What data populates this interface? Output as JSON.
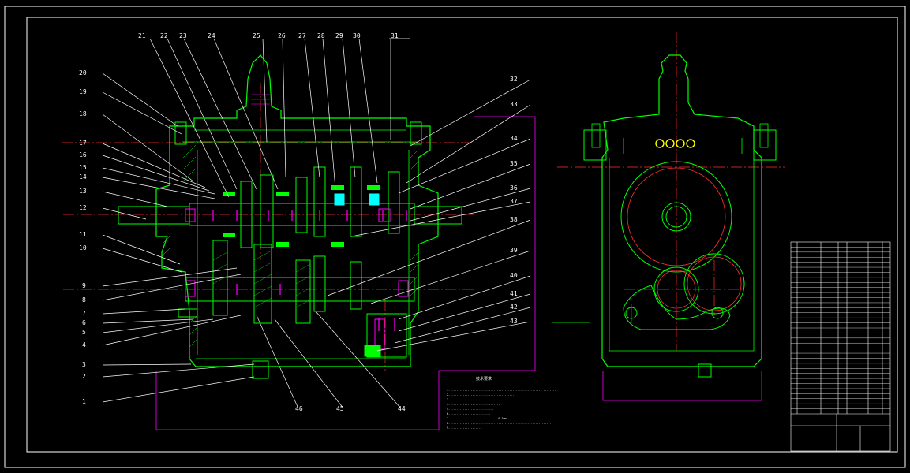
{
  "drawing": {
    "type": "CAD assembly drawing (gearbox) on black background",
    "colors": {
      "background": "#000000",
      "frame": "#ffffff",
      "outline": "#00ff00",
      "centerline": "#ff3030",
      "hidden_magenta": "#ff00ff",
      "cyan": "#00ffff",
      "yellow": "#ffff00"
    }
  },
  "callouts_left": [
    "20",
    "19",
    "18",
    "17",
    "16",
    "15",
    "14",
    "13",
    "12",
    "11",
    "10",
    "9",
    "8",
    "7",
    "6",
    "5",
    "4",
    "3",
    "2",
    "1"
  ],
  "callouts_top": [
    "21",
    "22",
    "23",
    "24",
    "25",
    "26",
    "27",
    "28",
    "29",
    "30",
    "31"
  ],
  "callouts_right": [
    "32",
    "33",
    "34",
    "35",
    "36",
    "37",
    "38",
    "39",
    "40",
    "41",
    "42",
    "43"
  ],
  "callouts_bottom": [
    "46",
    "45",
    "44"
  ],
  "technical_notes": {
    "title": "技术要求",
    "lines": [
      "1. ........................................................  ........",
      "2. .......................................",
      "3. ..................................................................",
      "4. ..............................",
      "5. ..........................",
      "6. ........................",
      "7. ............................  0.1mm",
      "8. ..............................................................",
      "9. ..................."
    ]
  },
  "title_block": {
    "rows": 34
  }
}
